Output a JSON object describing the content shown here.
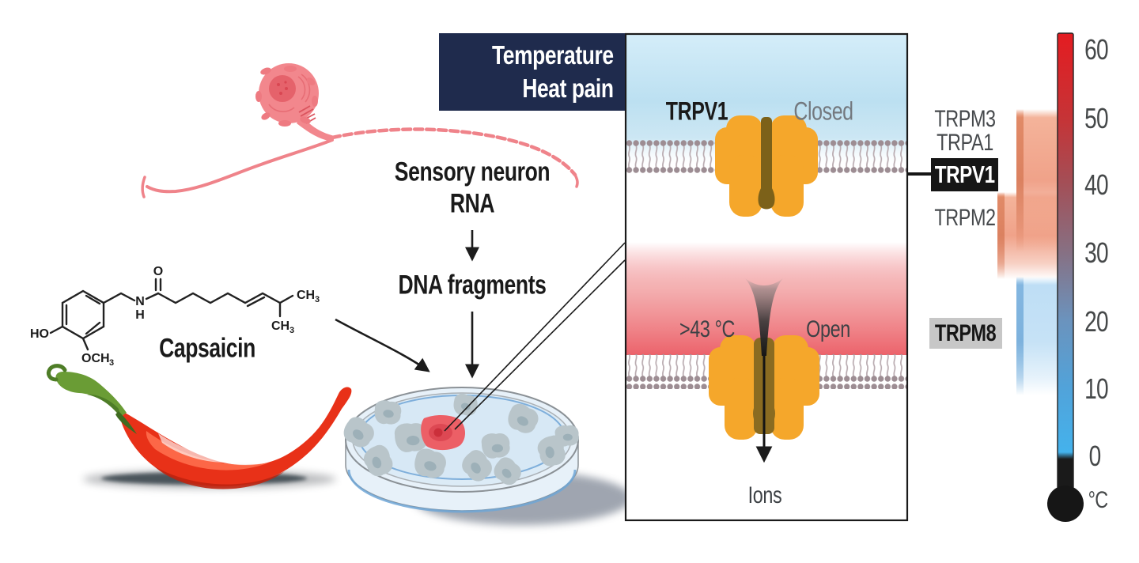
{
  "header": {
    "line1": "Temperature",
    "line2": "Heat pain"
  },
  "workflow": {
    "source_line1": "Sensory neuron",
    "source_line2": "RNA",
    "step2": "DNA fragments"
  },
  "molecule": {
    "name": "Capsaicin",
    "atoms": {
      "ho": "HO",
      "o": "O",
      "n": "N",
      "h": "H",
      "och": "OCH",
      "ch": "CH",
      "sub": "3"
    }
  },
  "panel": {
    "title_channel": "TRPV1",
    "state_closed": "Closed",
    "trigger": ">43 °C",
    "state_open": "Open",
    "ions": "Ions"
  },
  "scale": {
    "unit": "°C",
    "ticks": [
      "60",
      "50",
      "40",
      "30",
      "20",
      "10",
      "0"
    ],
    "channels": [
      "TRPM3",
      "TRPA1",
      "TRPV1",
      "TRPM2",
      "TRPM8"
    ]
  },
  "colors": {
    "header_bg": "#1f2b4d",
    "channel_orange": "#f5a72b",
    "pore_olive": "#7c6119",
    "membrane": "#9d8d93",
    "neuron_pink": "#f2878d",
    "pepper_red": "#e83118",
    "hot_red": "#e41c21",
    "cold_blue": "#45b1ea",
    "band_warm": "#f0a289",
    "band_cool": "#bedef5",
    "badge_black": "#161616",
    "badge_gray": "#c7c7c7"
  }
}
